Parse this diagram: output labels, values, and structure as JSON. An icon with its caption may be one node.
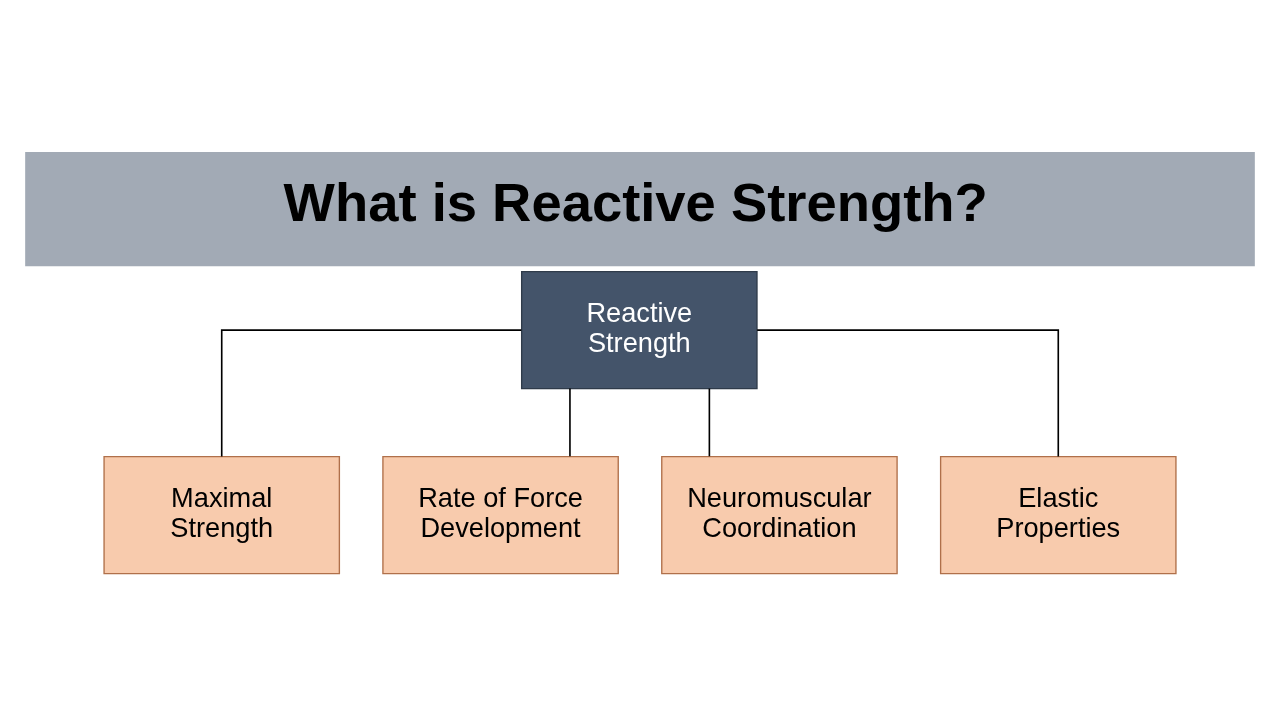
{
  "diagram": {
    "title": "What is Reactive Strength?",
    "nodes": [
      {
        "text": [
          "Reactive Strength"
        ]
      },
      {
        "text": [
          "Maximal Strength"
        ]
      },
      {
        "text": [
          "Rate of Force Development"
        ]
      },
      {
        "text": [
          "Neuromuscular Coordination"
        ]
      },
      {
        "text": [
          "Elastic Properties"
        ]
      }
    ],
    "edges": [
      {
        "from": 0,
        "to": 1,
        "arrow": "none"
      },
      {
        "from": 0,
        "to": 2,
        "arrow": "none"
      },
      {
        "from": 0,
        "to": 3,
        "arrow": "none"
      },
      {
        "from": 0,
        "to": 4,
        "arrow": "none"
      }
    ]
  }
}
